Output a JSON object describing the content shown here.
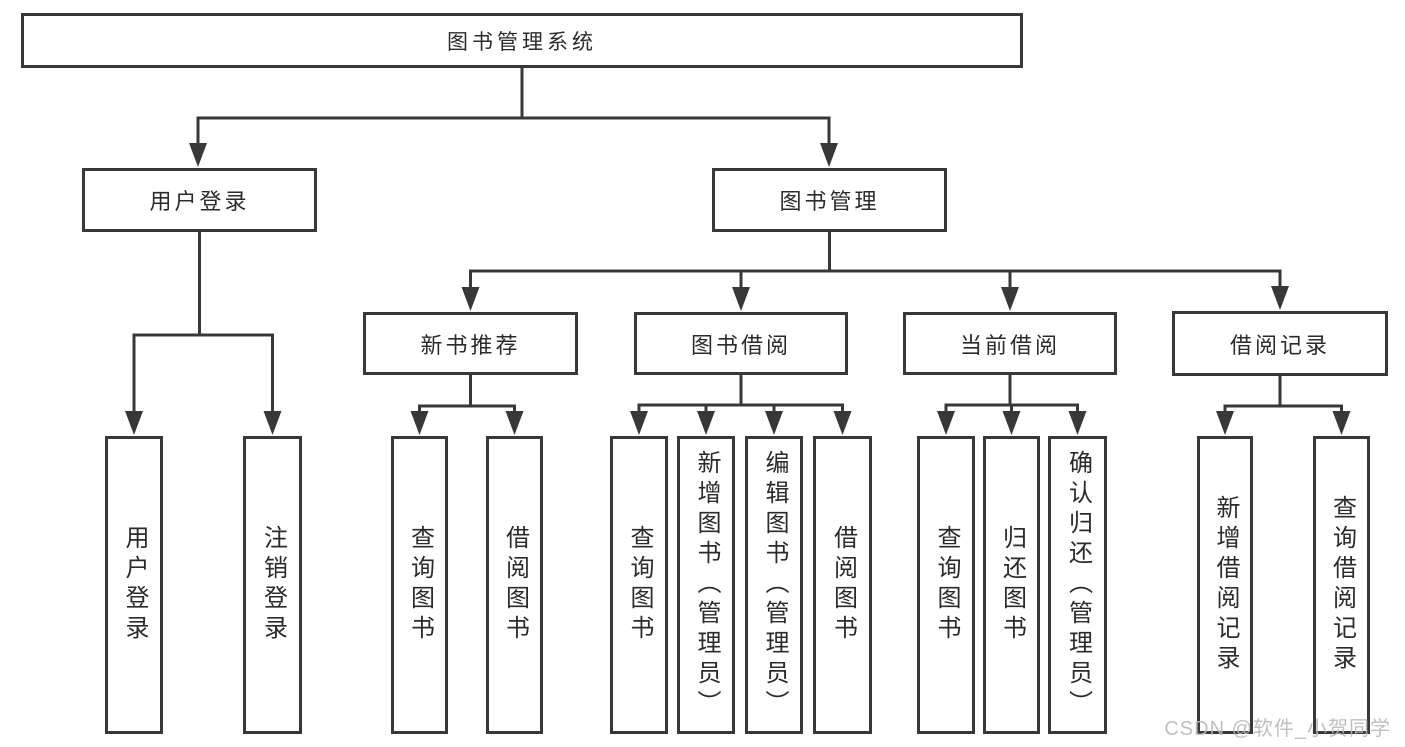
{
  "diagram": {
    "root": {
      "label": "图书管理系统"
    },
    "level2": [
      {
        "label": "用户登录"
      },
      {
        "label": "图书管理"
      }
    ],
    "level3": [
      {
        "label": "新书推荐"
      },
      {
        "label": "图书借阅"
      },
      {
        "label": "当前借阅"
      },
      {
        "label": "借阅记录"
      }
    ],
    "leaves": {
      "user_login": [
        {
          "label": "用户登录"
        },
        {
          "label": "注销登录"
        }
      ],
      "new_books": [
        {
          "label": "查询图书"
        },
        {
          "label": "借阅图书"
        }
      ],
      "book_borrow": [
        {
          "label": "查询图书"
        },
        {
          "label": "新增图书（管理员）"
        },
        {
          "label": "编辑图书（管理员）"
        },
        {
          "label": "借阅图书"
        }
      ],
      "current_borrow": [
        {
          "label": "查询图书"
        },
        {
          "label": "归还图书"
        },
        {
          "label": "确认归还（管理员）"
        }
      ],
      "borrow_records": [
        {
          "label": "新增借阅记录"
        },
        {
          "label": "查询借阅记录"
        }
      ]
    }
  },
  "watermark": {
    "text": "CSDN @软件_小贺同学"
  },
  "colors": {
    "line": "#383838",
    "box_border": "#383838",
    "text": "#2b2b2b",
    "watermark": "#b9b9b9",
    "background": "#ffffff"
  }
}
